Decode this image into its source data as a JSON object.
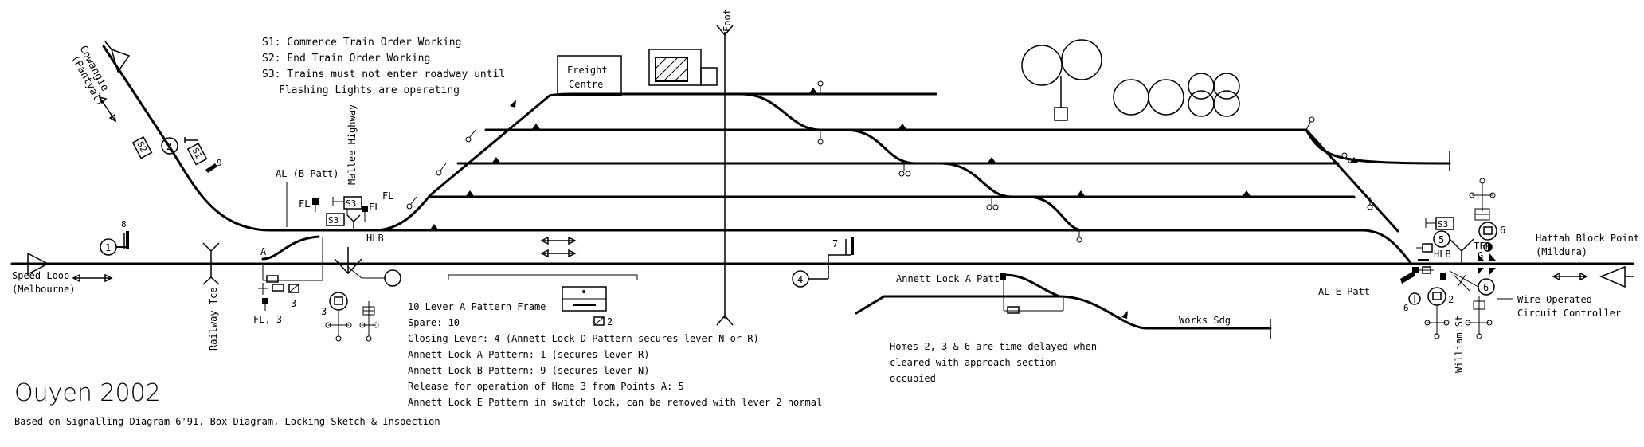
{
  "title": "Ouyen 2002",
  "subtitle": "Based on Signalling Diagram 6'91, Box Diagram, Locking Sketch & Inspection",
  "notes_top": [
    "S1: Commence Train Order Working",
    "S2: End Train Order Working",
    "S3: Trains must not enter roadway until",
    "Flashing Lights are operating"
  ],
  "frame_notes": [
    "10 Lever A Pattern Frame",
    "Spare: 10",
    "Closing Lever: 4 (Annett Lock D Pattern secures lever N or R)",
    "Annett Lock A Pattern: 1 (secures lever R)",
    "Annett Lock B Pattern: 9 (secures lever N)",
    "Release for operation of Home 3 from Points A: 5",
    "Annett Lock E Pattern in switch lock, can be removed with lever 2 normal"
  ],
  "homes_note": [
    "Homes 2, 3 & 6 are time delayed when",
    "cleared with approach section",
    "occupied"
  ],
  "places": {
    "speed_loop": "Speed Loop",
    "melbourne": "(Melbourne)",
    "hattah": "Hattah Block Point",
    "mildura": "(Mildura)",
    "cowangie": "Cowangie",
    "pantyal": "(Pantyal)",
    "freight_centre_1": "Freight",
    "freight_centre_2": "Centre",
    "works_sdg": "Works Sdg",
    "foot": "Foot",
    "mallee_highway": "Mallee Highway",
    "railway_tce": "Railway Tce",
    "william_st": "William St",
    "wire_operated_1": "Wire Operated",
    "wire_operated_2": "Circuit Controller"
  },
  "labels": {
    "al_b_patt": "AL (B Patt)",
    "al_e_patt": "AL E Patt",
    "annett_lock_a_patt": "Annett Lock A Patt",
    "fl": "FL",
    "fl3": "FL, 3",
    "hlb": "HLB",
    "tfp": "TFP",
    "g": "G",
    "a": "A",
    "s1": "S1",
    "s2": "S2",
    "s3": "S3"
  },
  "levers": {
    "l1": "1",
    "l2": "2",
    "l3": "3",
    "l4": "4",
    "l5": "5",
    "l6": "6",
    "l7": "7",
    "l8": "8",
    "l9": "9"
  }
}
